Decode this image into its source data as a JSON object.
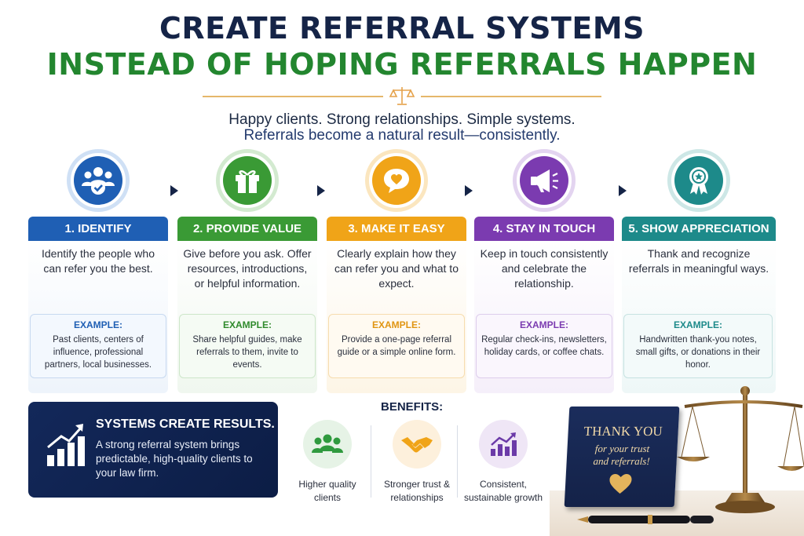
{
  "title_line1": "CREATE REFERRAL SYSTEMS",
  "title_line2": "INSTEAD OF HOPING REFERRALS HAPPEN",
  "tagline_line1": "Happy clients. Strong relationships. Simple systems.",
  "tagline_line2": "Referrals become a natural result—consistently.",
  "colors": {
    "navy": "#152447",
    "green": "#23862f",
    "gold": "#e5b76b"
  },
  "steps": [
    {
      "header": "1. IDENTIFY",
      "icon": "people-check-icon",
      "color": "#1f5fb4",
      "desc": "Identify the people who can refer you the best.",
      "example_label": "EXAMPLE:",
      "example_text": "Past clients, centers of influence, professional partners, local businesses."
    },
    {
      "header": "2. PROVIDE VALUE",
      "icon": "gift-icon",
      "color": "#3a9a35",
      "desc": "Give before you ask. Offer resources, introductions, or helpful information.",
      "example_label": "EXAMPLE:",
      "example_text": "Share helpful guides, make referrals to them, invite to events."
    },
    {
      "header": "3. MAKE IT EASY",
      "icon": "heart-chat-icon",
      "color": "#f0a418",
      "desc": "Clearly explain how they can refer you and what to expect.",
      "example_label": "EXAMPLE:",
      "example_text": "Provide a one-page referral guide or a simple online form."
    },
    {
      "header": "4. STAY IN TOUCH",
      "icon": "megaphone-icon",
      "color": "#7b3bb0",
      "desc": "Keep in touch consistently and celebrate the relationship.",
      "example_label": "EXAMPLE:",
      "example_text": "Regular check-ins, newsletters, holiday cards, or coffee chats."
    },
    {
      "header": "5. SHOW APPRECIATION",
      "icon": "award-ribbon-icon",
      "color": "#1d8a8a",
      "desc": "Thank and recognize referrals in meaningful ways.",
      "example_label": "EXAMPLE:",
      "example_text": "Handwritten thank-you notes, small gifts, or donations in their honor."
    }
  ],
  "results": {
    "title": "SYSTEMS CREATE RESULTS.",
    "text": "A strong referral system brings predictable, high-quality clients to your law firm.",
    "icon": "growth-chart-icon"
  },
  "benefits": {
    "title": "BENEFITS:",
    "items": [
      {
        "label": "Higher quality clients",
        "icon": "group-icon",
        "color": "#2f9a3e"
      },
      {
        "label": "Stronger trust & relationships",
        "icon": "handshake-icon",
        "color": "#f0a418"
      },
      {
        "label": "Consistent, sustainable growth",
        "icon": "bar-growth-icon",
        "color": "#6b3aa8"
      }
    ]
  },
  "thank_card": {
    "line1": "THANK YOU",
    "line2": "for your trust",
    "line3": "and referrals!"
  }
}
